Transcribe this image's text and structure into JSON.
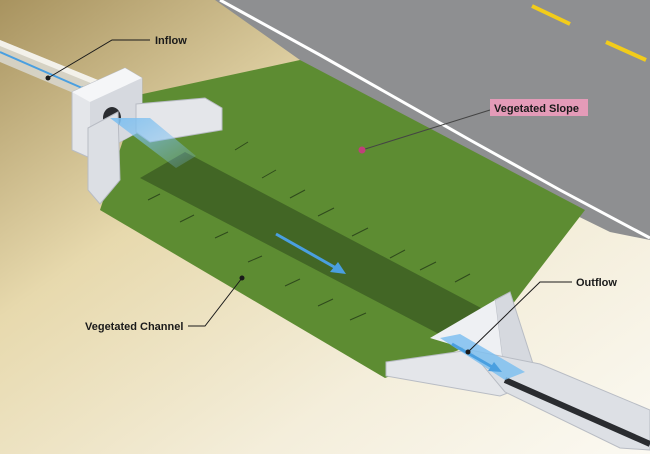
{
  "labels": {
    "inflow": "Inflow",
    "vegetated_slope": "Vegetated Slope",
    "outflow": "Outflow",
    "vegetated_channel": "Vegetated Channel"
  },
  "colors": {
    "grass": "#5d8c32",
    "channel_shadow": "#3a5a22",
    "road": "#8e8f91",
    "road_markings": "#f2cc1a",
    "water_flow": "#4a9fe0",
    "concrete": "#e4e6ea",
    "slope_highlight": "#e49bb8",
    "marker_pink": "#c0407a"
  }
}
